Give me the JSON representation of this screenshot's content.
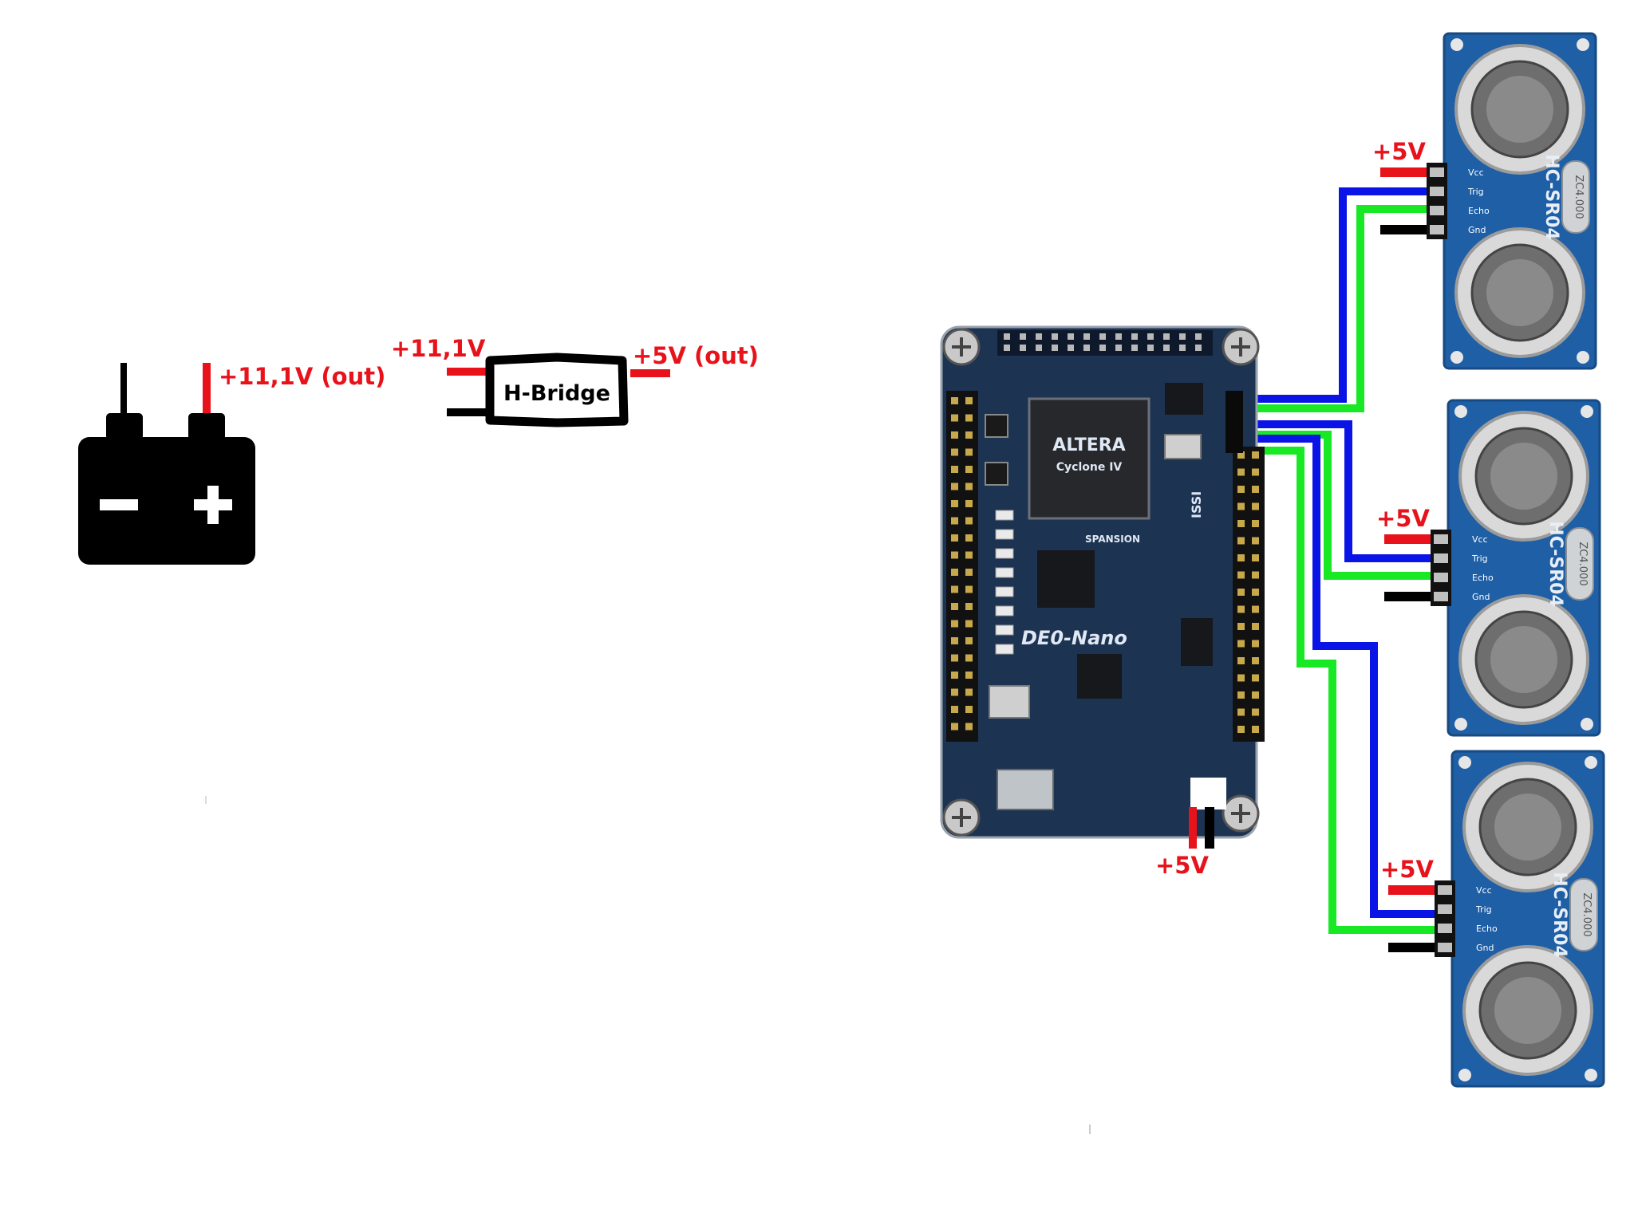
{
  "colors": {
    "wire_red": "#e8121b",
    "wire_black": "#000000",
    "wire_blue": "#0a14e6",
    "wire_green": "#19e825",
    "pcb": "#1d3352",
    "sensor_board": "#1f5fa6"
  },
  "battery": {
    "icon": "battery-icon",
    "minus": "−",
    "plus": "+",
    "out_label": "+11,1V (out)"
  },
  "hbridge": {
    "title": "H-Bridge",
    "in_label": "+11,1V",
    "out_label": "+5V (out)"
  },
  "fpga_board": {
    "name": "DE0-Nano",
    "brand": "ALTERA",
    "chip": "Cyclone IV",
    "flash": "SPANSION",
    "memory": "ISSI",
    "power_label": "+5V"
  },
  "sensors": [
    {
      "power_label": "+5V",
      "model": "HC-SR04",
      "crystal": "ZC4.000",
      "pins": [
        "Vcc",
        "Trig",
        "Echo",
        "Gnd"
      ]
    },
    {
      "power_label": "+5V",
      "model": "HC-SR04",
      "crystal": "ZC4.000",
      "pins": [
        "Vcc",
        "Trig",
        "Echo",
        "Gnd"
      ]
    },
    {
      "power_label": "+5V",
      "model": "HC-SR04",
      "crystal": "ZC4.000",
      "pins": [
        "Vcc",
        "Trig",
        "Echo",
        "Gnd"
      ]
    }
  ]
}
